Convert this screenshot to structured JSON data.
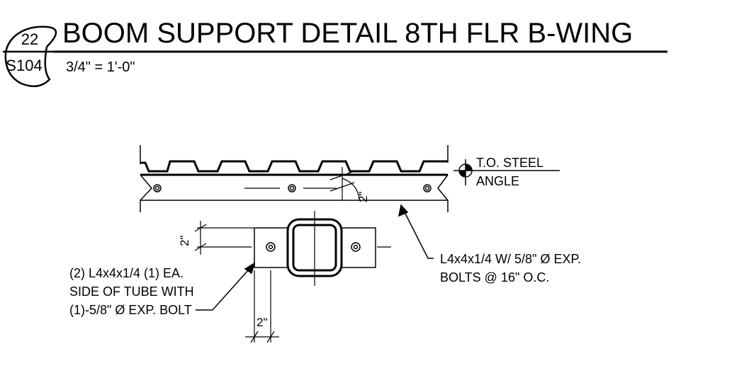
{
  "title_block": {
    "detail_number": "22",
    "sheet_number": "S104",
    "title": "BOOM SUPPORT DETAIL 8TH FLR B-WING",
    "scale": "3/4\" = 1'-0\""
  },
  "annotations": {
    "steel_top_line1": "T.O. STEEL",
    "steel_top_line2": "ANGLE",
    "angle_note_line1": "L4x4x1/4 W/ 5/8\" Ø EXP.",
    "angle_note_line2": "BOLTS @ 16\" O.C.",
    "tube_note_line1": "(2) L4x4x1/4 (1) EA.",
    "tube_note_line2": "SIDE OF TUBE WITH",
    "tube_note_line3": "(1)-5/8\" Ø EXP. BOLT"
  },
  "dimensions": {
    "bolt_edge_top": "2\"",
    "bolt_edge_left": "2\"",
    "bolt_edge_bottom": "2\""
  }
}
